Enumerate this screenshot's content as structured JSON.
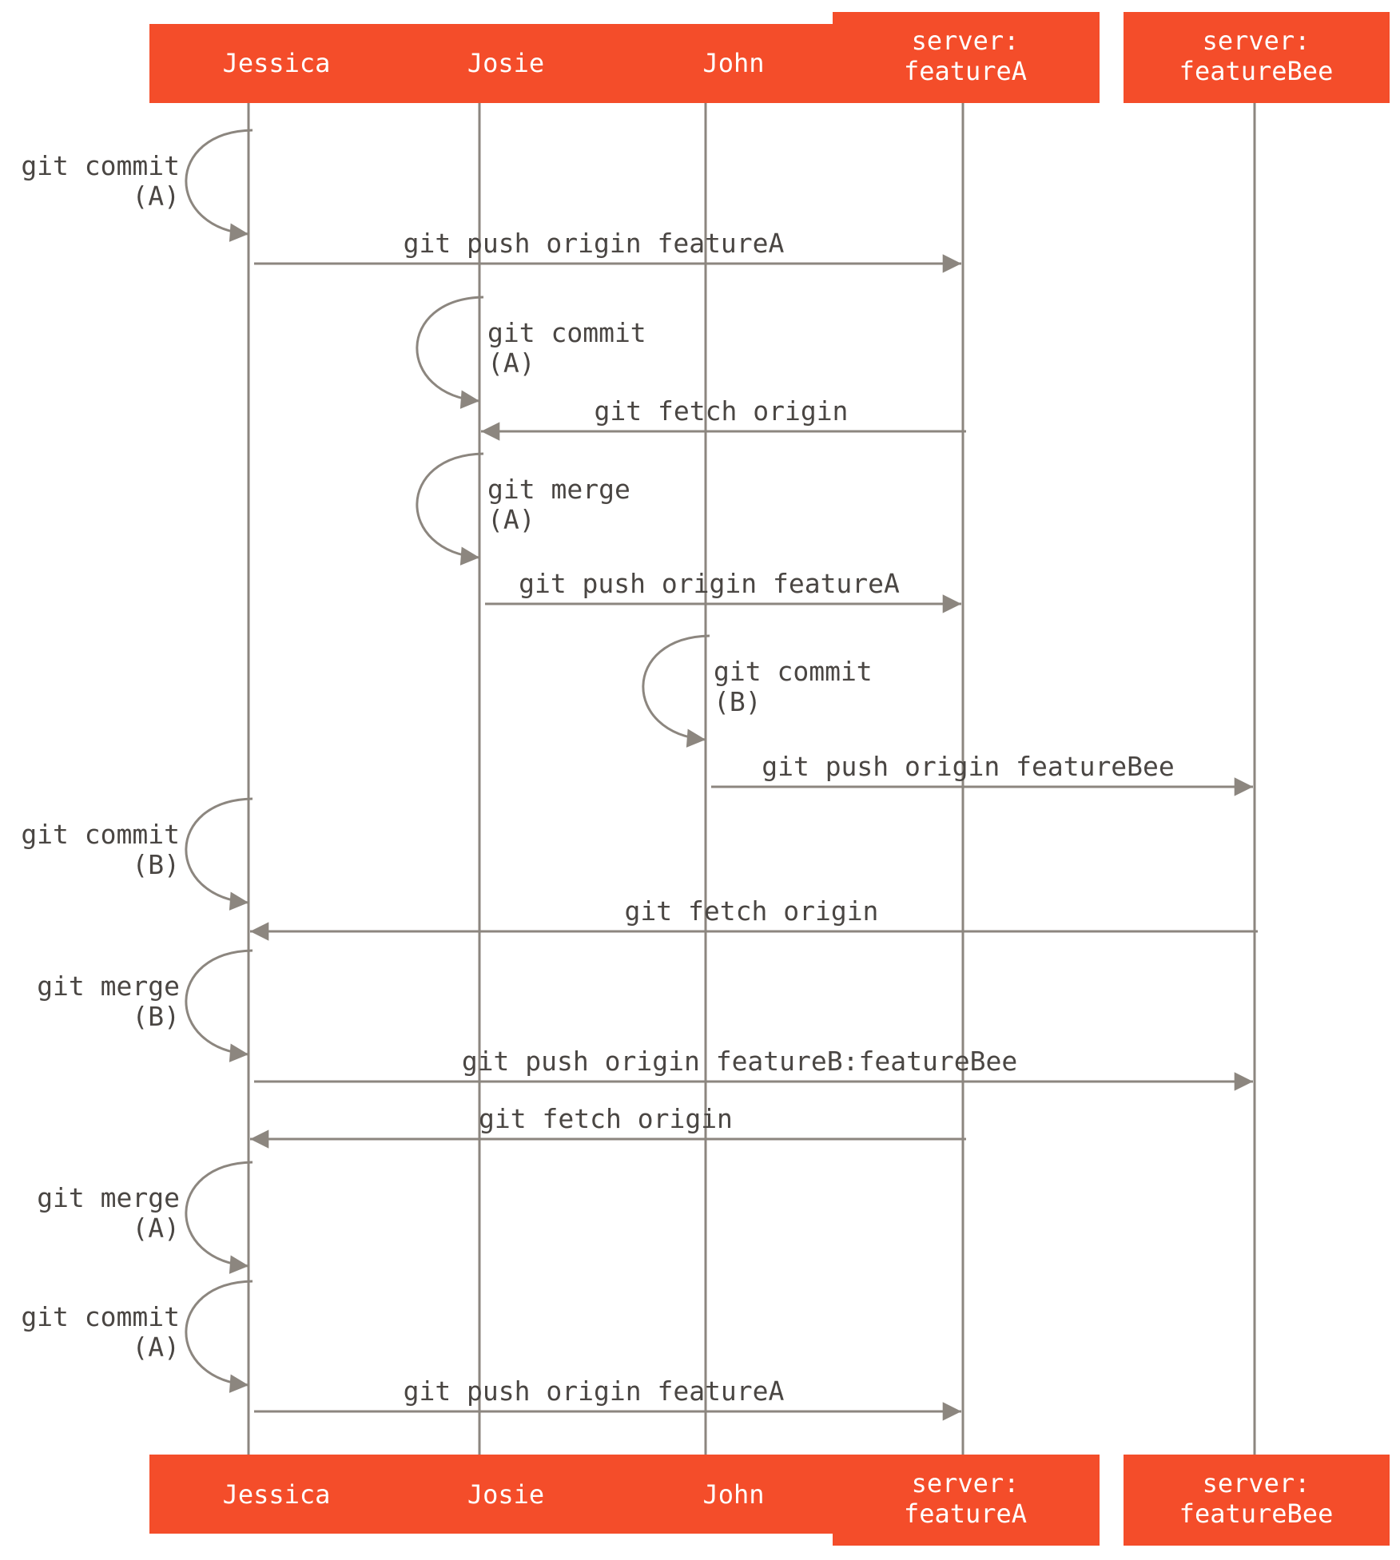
{
  "colors": {
    "header_bg": "#f44d2a",
    "header_text": "#ffffff",
    "line": "#8c867f",
    "label": "#4a4643"
  },
  "participants": [
    {
      "id": "jessica",
      "lines": [
        "Jessica"
      ]
    },
    {
      "id": "josie",
      "lines": [
        "Josie"
      ]
    },
    {
      "id": "john",
      "lines": [
        "John"
      ]
    },
    {
      "id": "server-featurea",
      "lines": [
        "server:",
        "featureA"
      ]
    },
    {
      "id": "server-featurebee",
      "lines": [
        "server:",
        "featureBee"
      ]
    }
  ],
  "events": [
    {
      "type": "self",
      "actor": "jessica",
      "label": [
        "git commit",
        "(A)"
      ]
    },
    {
      "type": "message",
      "from": "jessica",
      "to": "server-featurea",
      "label": "git push origin featureA"
    },
    {
      "type": "self",
      "actor": "josie",
      "label": [
        "git commit",
        "(A)"
      ]
    },
    {
      "type": "message",
      "from": "server-featurea",
      "to": "josie",
      "label": "git fetch origin"
    },
    {
      "type": "self",
      "actor": "josie",
      "label": [
        "git merge",
        "(A)"
      ]
    },
    {
      "type": "message",
      "from": "josie",
      "to": "server-featurea",
      "label": "git push origin featureA"
    },
    {
      "type": "self",
      "actor": "john",
      "label": [
        "git commit",
        "(B)"
      ]
    },
    {
      "type": "message",
      "from": "john",
      "to": "server-featurebee",
      "label": "git push origin featureBee"
    },
    {
      "type": "self",
      "actor": "jessica",
      "label": [
        "git commit",
        "(B)"
      ]
    },
    {
      "type": "message",
      "from": "server-featurebee",
      "to": "jessica",
      "label": "git fetch origin"
    },
    {
      "type": "self",
      "actor": "jessica",
      "label": [
        "git merge",
        "(B)"
      ]
    },
    {
      "type": "message",
      "from": "jessica",
      "to": "server-featurebee",
      "label": "git push origin featureB:featureBee"
    },
    {
      "type": "message",
      "from": "server-featurea",
      "to": "jessica",
      "label": "git fetch origin"
    },
    {
      "type": "self",
      "actor": "jessica",
      "label": [
        "git merge",
        "(A)"
      ]
    },
    {
      "type": "self",
      "actor": "jessica",
      "label": [
        "git commit",
        "(A)"
      ]
    },
    {
      "type": "message",
      "from": "jessica",
      "to": "server-featurea",
      "label": "git push origin featureA"
    }
  ]
}
